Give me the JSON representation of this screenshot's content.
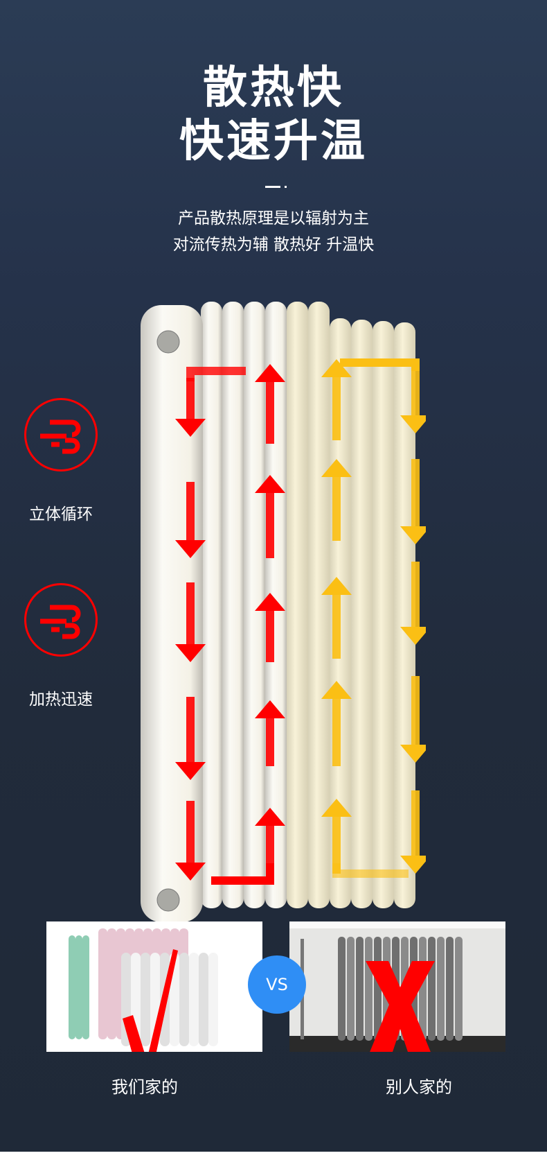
{
  "header": {
    "title_line1": "散热快",
    "title_line2": "快速升温",
    "subtitle_line1": "产品散热原理是以辐射为主",
    "subtitle_line2": "对流传热为辅 散热好 升温快"
  },
  "features": [
    {
      "label": "立体循环",
      "icon": "wind-icon"
    },
    {
      "label": "加热迅速",
      "icon": "wind-icon"
    }
  ],
  "comparison": {
    "ours_label": "我们家的",
    "theirs_label": "别人家的",
    "vs_label": "VS",
    "ours_mark": "check",
    "theirs_mark": "cross"
  },
  "colors": {
    "red": "#ff0000",
    "yellow": "#fbbf14",
    "vs_blue": "#2f8ef5"
  }
}
